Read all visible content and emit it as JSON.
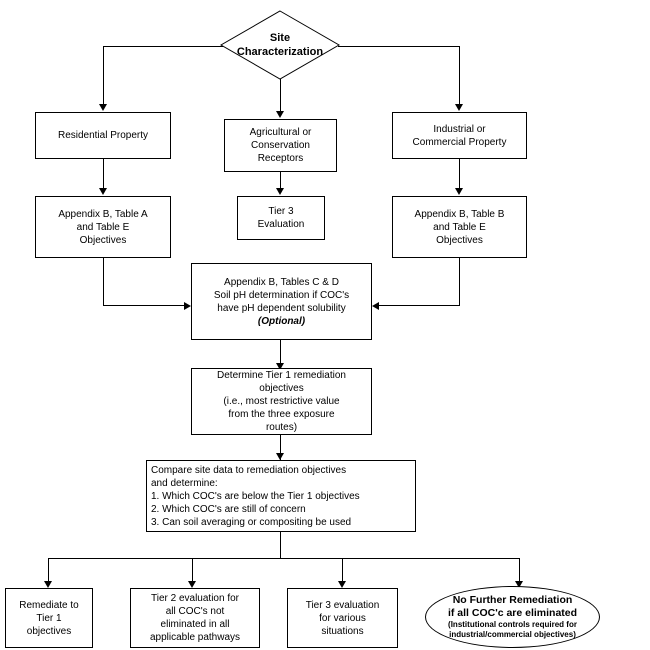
{
  "diagram": {
    "title": "Site Characterization Tier Evaluation Flowchart",
    "line_color": "#000000",
    "background_color": "#ffffff",
    "nodes": {
      "site_characterization": {
        "shape": "diamond",
        "lines": [
          "Site",
          "Characterization"
        ]
      },
      "residential_property": {
        "shape": "rect",
        "lines": [
          "Residential Property"
        ]
      },
      "agricultural_conservation": {
        "shape": "rect",
        "lines": [
          "Agricultural or",
          "Conservation",
          "Receptors"
        ]
      },
      "industrial_commercial": {
        "shape": "rect",
        "lines": [
          "Industrial or",
          "Commercial Property"
        ]
      },
      "appendix_b_table_a": {
        "shape": "rect",
        "lines": [
          "Appendix B, Table A",
          "and Table E",
          "Objectives"
        ]
      },
      "tier_3_evaluation": {
        "shape": "rect",
        "lines": [
          "Tier 3",
          "Evaluation"
        ]
      },
      "appendix_b_table_b": {
        "shape": "rect",
        "lines": [
          "Appendix B, Table B",
          "and Table E",
          "Objectives"
        ]
      },
      "appendix_b_tables_c_d": {
        "shape": "rect",
        "lines": [
          "Appendix B, Tables C & D",
          "Soil pH determination if COC's",
          "have pH dependent solubility"
        ],
        "emphasis_line": "(Optional)"
      },
      "determine_tier_1": {
        "shape": "rect",
        "lines": [
          "Determine Tier 1 remediation",
          "objectives",
          "(i.e., most restrictive value",
          "from the three exposure",
          "routes)"
        ]
      },
      "compare_site_data": {
        "shape": "rect",
        "lines": [
          "Compare site data to remediation objectives",
          "and determine:",
          "1. Which COC's are below the Tier 1 objectives",
          "2. Which COC's are still of concern",
          "3. Can soil averaging or compositing be used"
        ]
      },
      "remediate_tier_1": {
        "shape": "rect",
        "lines": [
          "Remediate to",
          "Tier 1",
          "objectives"
        ]
      },
      "tier_2_evaluation": {
        "shape": "rect",
        "lines": [
          "Tier 2 evaluation for",
          "all COC's not",
          "eliminated in all",
          "applicable pathways"
        ]
      },
      "tier_3_various": {
        "shape": "rect",
        "lines": [
          "Tier 3 evaluation",
          "for various",
          "situations"
        ]
      },
      "no_further_remediation": {
        "shape": "ellipse",
        "lines": [
          "No Further Remediation",
          "if all COC'c are eliminated"
        ],
        "sub_lines": [
          "(Institutional controls required for",
          "industrial/commercial objectives)"
        ]
      }
    }
  }
}
